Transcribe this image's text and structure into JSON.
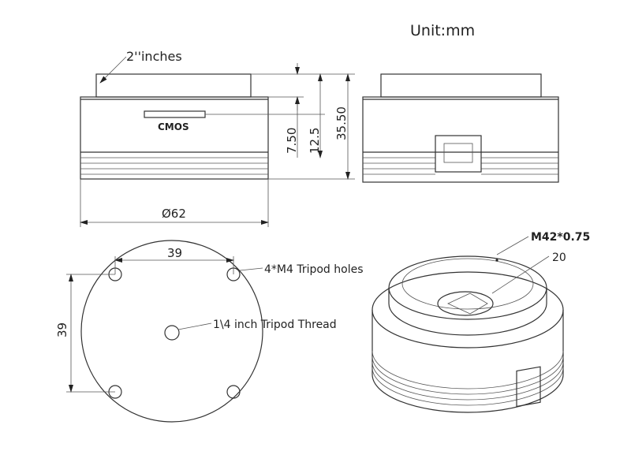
{
  "unit_label": "Unit:mm",
  "front_view": {
    "callout": "2''inches",
    "sensor_label": "CMOS",
    "dim_sensor_depth": "7.50",
    "dim_cap_height": "12.5",
    "dim_total_height": "35.50",
    "dim_diameter": "Ø62"
  },
  "bottom_view": {
    "dim_horizontal": "39",
    "dim_vertical": "39",
    "holes_label": "4*M4 Tripod holes",
    "thread_label": "1\\4 inch Tripod Thread"
  },
  "iso_view": {
    "thread_label": "M42*0.75",
    "aperture_label": "20"
  }
}
